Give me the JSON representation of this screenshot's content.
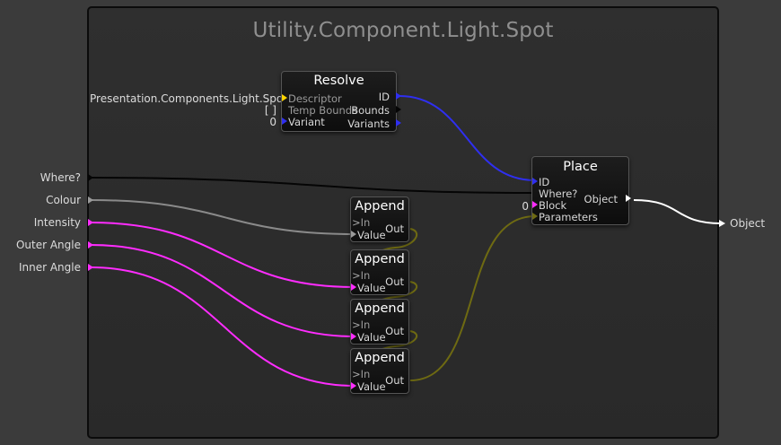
{
  "graph": {
    "title": "Utility.Component.Light.Spot"
  },
  "inputs": [
    {
      "label": "Where?"
    },
    {
      "label": "Colour"
    },
    {
      "label": "Intensity"
    },
    {
      "label": "Outer Angle"
    },
    {
      "label": "Inner Angle"
    }
  ],
  "output": {
    "label": "Object"
  },
  "resolve": {
    "title": "Resolve",
    "descriptor_value": "Presentation.Components.Light.Spot",
    "temp_bounds_value": "[ ]",
    "variant_value": "0",
    "pins_in": [
      "Descriptor",
      "Temp Bounds",
      "Variant"
    ],
    "pins_out": [
      "ID",
      "Bounds",
      "Variants"
    ]
  },
  "place": {
    "title": "Place",
    "block_value": "0",
    "pins_in": [
      "ID",
      "Where?",
      "Block",
      "Parameters"
    ],
    "pins_out": [
      "Object"
    ]
  },
  "appends": [
    {
      "title": "Append",
      "pin_in": "In",
      "pin_value": "Value",
      "pin_out": "Out"
    },
    {
      "title": "Append",
      "pin_in": "In",
      "pin_value": "Value",
      "pin_out": "Out"
    },
    {
      "title": "Append",
      "pin_in": "In",
      "pin_value": "Value",
      "pin_out": "Out"
    },
    {
      "title": "Append",
      "pin_in": "In",
      "pin_value": "Value",
      "pin_out": "Out"
    }
  ],
  "colors": {
    "background": "#3b3b3b",
    "id_wire": "#2f2ff0",
    "color_wire": "#8a8a8a",
    "float_wire": "#ff2cff",
    "param_wire": "#6e6a12",
    "object_wire": "#ffffff",
    "string_pin": "#ffd400"
  }
}
